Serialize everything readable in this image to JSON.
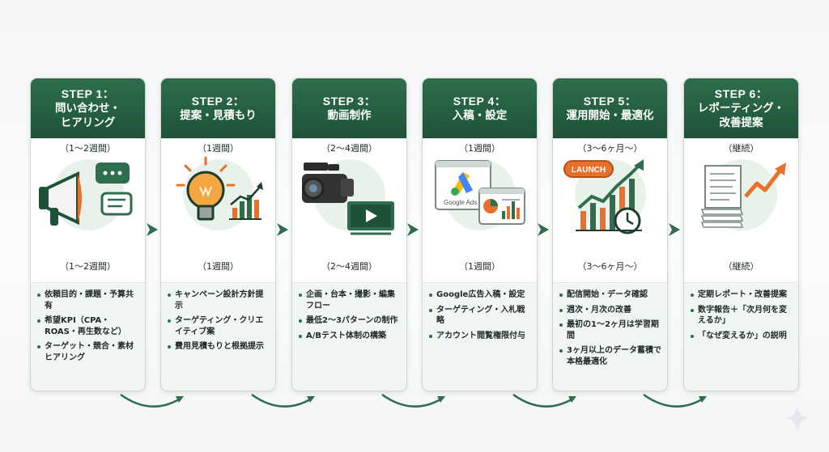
{
  "steps": [
    {
      "label": "STEP 1：",
      "title": "問い合わせ・\nヒアリング",
      "duration_top": "（1〜2週間）",
      "duration_bottom": "（1〜2週間）",
      "icon": "megaphone-icon",
      "details": [
        "依頼目的・課題・予算共有",
        "希望KPI（CPA・ROAS・再生数など）",
        "ターゲット・競合・素材ヒアリング"
      ]
    },
    {
      "label": "STEP 2：",
      "title": "提案・見積もり",
      "duration_top": "（1週間）",
      "duration_bottom": "（1週間）",
      "icon": "lightbulb-icon",
      "details": [
        "キャンペーン設計方針提示",
        "ターゲティング・クリエイティブ案",
        "費用見積もりと根拠提示"
      ]
    },
    {
      "label": "STEP 3：",
      "title": "動画制作",
      "duration_top": "（2〜4週間）",
      "duration_bottom": "（2〜4週間）",
      "icon": "video-camera-icon",
      "details": [
        "企画・台本・撮影・編集フロー",
        "最低2〜3パターンの制作",
        "A/Bテスト体制の構築"
      ]
    },
    {
      "label": "STEP 4：",
      "title": "入稿・設定",
      "duration_top": "（1週間）",
      "duration_bottom": "（1週間）",
      "icon": "google-ads-icon",
      "details": [
        "Google広告入稿・設定",
        "ターゲティング・入札戦略",
        "アカウント閲覧権限付与"
      ]
    },
    {
      "label": "STEP 5：",
      "title": "運用開始・最適化",
      "duration_top": "（3〜6ヶ月〜）",
      "duration_bottom": "（3〜6ヶ月〜）",
      "icon": "launch-chart-icon",
      "details": [
        "配信開始・データ確認",
        "週次・月次の改善",
        "最初の1〜2ヶ月は学習期間",
        "3ヶ月以上のデータ蓄積で本格最適化"
      ]
    },
    {
      "label": "STEP 6：",
      "title": "レポーティング・\n改善提案",
      "duration_top": "（継続）",
      "duration_bottom": "（継続）",
      "icon": "report-icon",
      "details": [
        "定期レポート・改善提案",
        "数字報告＋「次月何を変えるか」",
        "「なぜ変えるか」の説明"
      ]
    }
  ],
  "illustration_text": {
    "google_ads": "Google Ads",
    "launch": "LAUNCH"
  },
  "colors": {
    "primary": "#1e5237",
    "accent": "#2e6e4c",
    "orange": "#e8702a",
    "light": "#f1f6f2"
  }
}
